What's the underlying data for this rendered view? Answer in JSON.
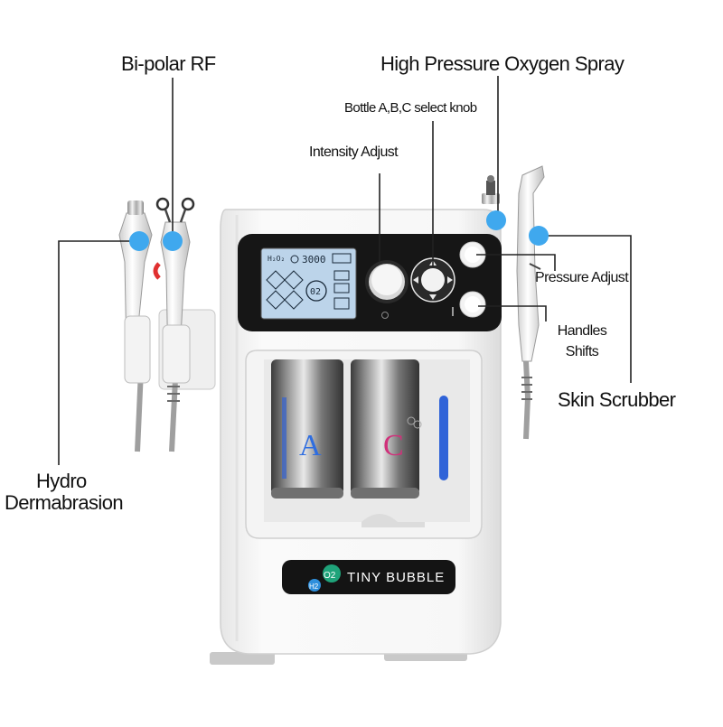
{
  "labels": {
    "bipolar_rf": "Bi-polar RF",
    "oxygen_spray": "High Pressure Oxygen Spray",
    "bottle_select": "Bottle A,B,C select knob",
    "intensity": "Intensity Adjust",
    "pressure": "Pressure Adjust",
    "handles_line1": "Handles",
    "handles_line2": "Shifts",
    "skin_scrubber": "Skin Scrubber",
    "hydro_line1": "Hydro",
    "hydro_line2": "Dermabrasion"
  },
  "machine": {
    "brand": "TINY BUBBLE",
    "logo_o2": "O2",
    "logo_h2": "H2",
    "display_readout": "3000",
    "display_mode": "02",
    "bottle_a_letter": "A",
    "bottle_c_letter": "C"
  },
  "colors": {
    "marker_blue": "#3fa8ee",
    "body_white": "#f2f2f2",
    "panel_black": "#161616",
    "lcd_blue": "#bcd4ea",
    "bottle_a_accent": "#2e6de0",
    "bottle_c_accent": "#d0307a",
    "level_bar": "#2f63d8"
  }
}
